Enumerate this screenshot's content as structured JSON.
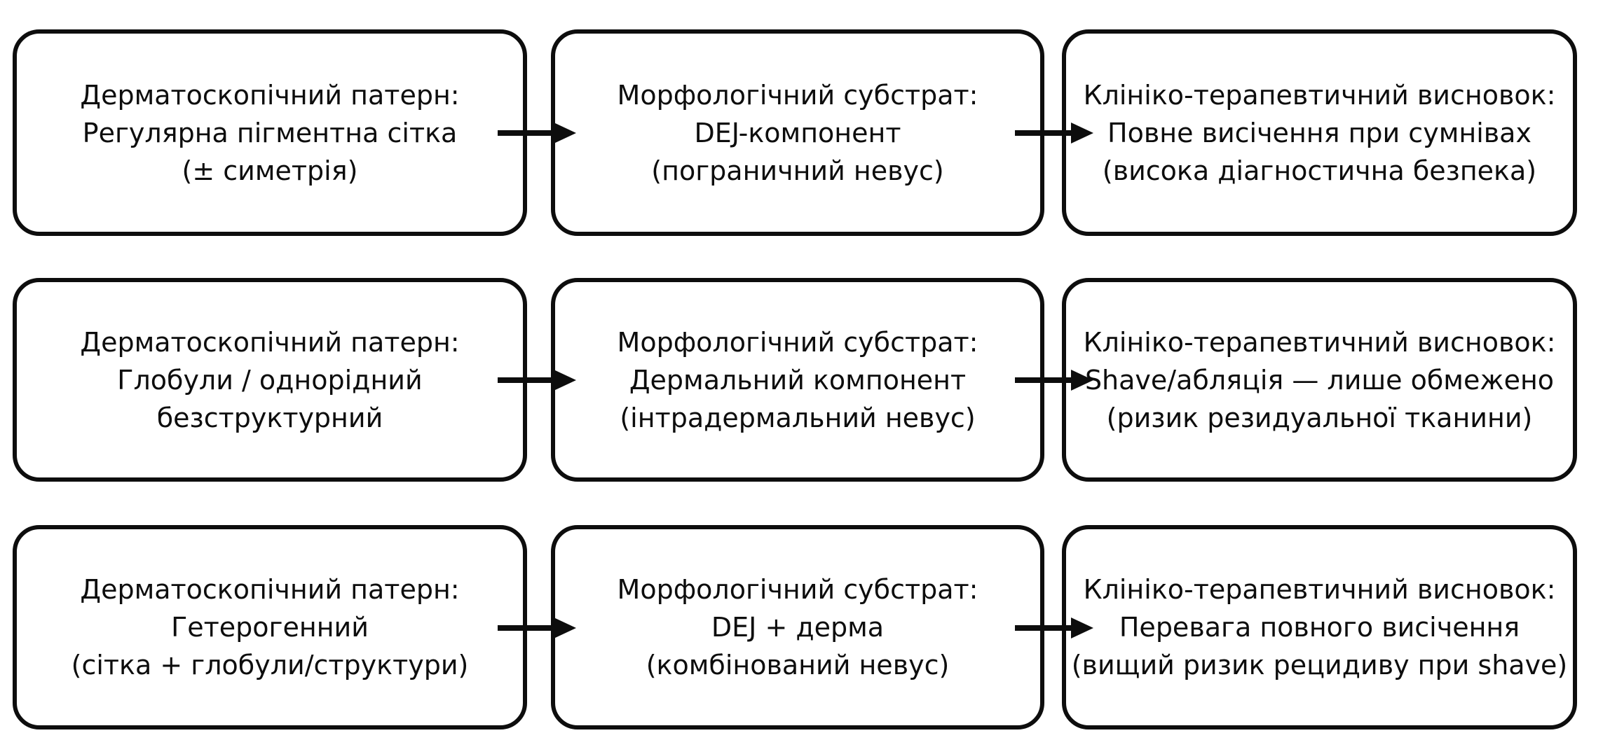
{
  "diagram": {
    "description_labels": {
      "pattern_header": "Дерматоскопічний патерн:",
      "substrate_header": "Морфологічний субстрат:",
      "conclusion_header": "Клініко-терапевтичний висновок:"
    },
    "rows": [
      {
        "pattern": {
          "title": "Дерматоскопічний патерн:",
          "line2": "Регулярна пігментна сітка",
          "line3": "(± симетрія)"
        },
        "substrate": {
          "title": "Морфологічний субстрат:",
          "line2": "DEJ-компонент",
          "line3": "(пограничний невус)"
        },
        "conclusion": {
          "title": "Клініко-терапевтичний висновок:",
          "line2": "Повне висічення при сумнівах",
          "line3": "(висока діагностична безпека)"
        }
      },
      {
        "pattern": {
          "title": "Дерматоскопічний патерн:",
          "line2": "Глобули / однорідний",
          "line3": "безструктурний"
        },
        "substrate": {
          "title": "Морфологічний субстрат:",
          "line2": "Дермальний компонент",
          "line3": "(інтрадермальний невус)"
        },
        "conclusion": {
          "title": "Клініко-терапевтичний висновок:",
          "line2": "Shave/абляція — лише обмежено",
          "line3": "(ризик резидуальної тканини)"
        }
      },
      {
        "pattern": {
          "title": "Дерматоскопічний патерн:",
          "line2": "Гетерогенний",
          "line3": "(сітка + глобули/структури)"
        },
        "substrate": {
          "title": "Морфологічний субстрат:",
          "line2": "DEJ + дерма",
          "line3": "(комбінований невус)"
        },
        "conclusion": {
          "title": "Клініко-терапевтичний висновок:",
          "line2": "Перевага повного висічення",
          "line3": "(вищий ризик рецидиву при shave)"
        }
      }
    ],
    "colors": {
      "box_border": "#0d0d0d",
      "box_fill": "#ffffff",
      "text": "#0d0d0d",
      "arrow": "#0d0d0d"
    }
  }
}
